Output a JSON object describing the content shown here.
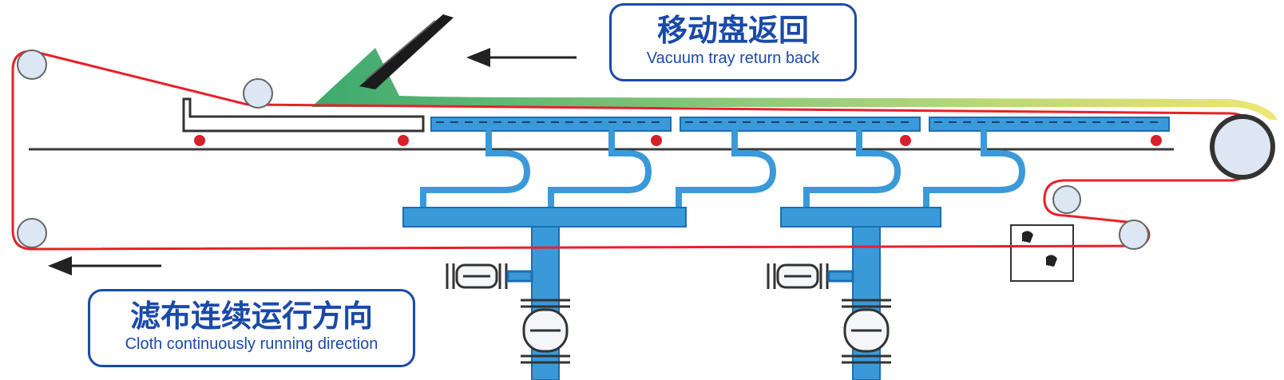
{
  "labels": {
    "tray_return_cn": "移动盘返回",
    "tray_return_en": "Vacuum tray  return back",
    "cloth_direction_cn": "滤布连续运行方向",
    "cloth_direction_en": "Cloth  continuously running direction"
  },
  "colors": {
    "filter_cloth": "#e8202a",
    "vacuum_piping": "#3a9ad9",
    "vacuum_piping_dark": "#1f6db0",
    "roller": "#dde6f3",
    "cake_green": "#3caa6e",
    "cake_yellow": "#f0e670",
    "label_blue": "#1a4aa8",
    "frame": "#3a3a3a"
  },
  "icons": [
    "roller-icon",
    "arrow-left-icon",
    "valve-icon",
    "spray-nozzle-icon",
    "feed-chute-icon"
  ]
}
